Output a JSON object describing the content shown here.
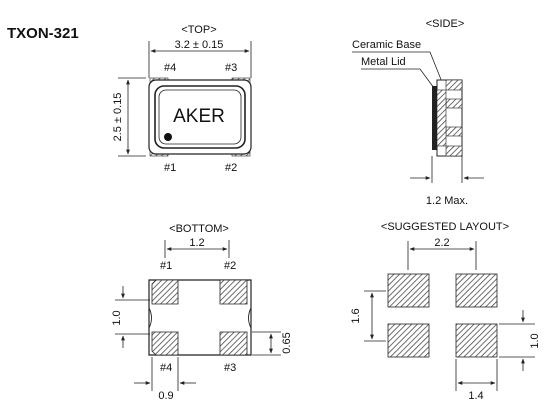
{
  "part_number": "TXON-321",
  "top_view": {
    "heading": "<TOP>",
    "width_dim": "3.2 ± 0.15",
    "height_dim": "2.5 ± 0.15",
    "marking": "AKER",
    "pins": {
      "p1": "#1",
      "p2": "#2",
      "p3": "#3",
      "p4": "#4"
    }
  },
  "side_view": {
    "heading": "<SIDE>",
    "ceramic_base_label": "Ceramic Base",
    "metal_lid_label": "Metal Lid",
    "height_dim": "1.2 Max."
  },
  "bottom_view": {
    "heading": "<BOTTOM>",
    "pitch_dim": "1.2",
    "pad_height_dim": "1.0",
    "pad_gap_dim": "0.65",
    "pad_width_dim": "0.9",
    "pins": {
      "p1": "#1",
      "p2": "#2",
      "p3": "#3",
      "p4": "#4"
    }
  },
  "layout_view": {
    "heading": "<SUGGESTED LAYOUT>",
    "pitch_x_dim": "2.2",
    "pitch_y_dim": "1.6",
    "pad_height_dim": "1.0",
    "pad_width_dim": "1.4"
  },
  "colors": {
    "line": "#222222",
    "hatch": "#555555",
    "background": "#ffffff"
  }
}
